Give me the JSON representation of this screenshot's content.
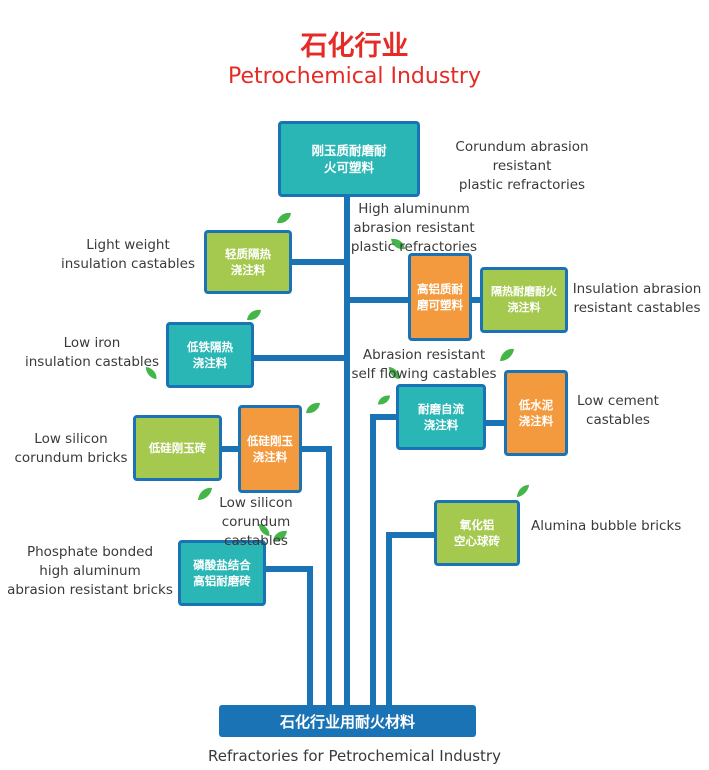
{
  "header": {
    "title_cn": "石化行业",
    "title_en": "Petrochemical Industry"
  },
  "nodes": {
    "corundum_plastic": {
      "cn": "刚玉质耐磨耐\n火可塑料",
      "en": "Corundum abrasion resistant\nplastic refractories"
    },
    "high_alu_plastic": {
      "cn": "高铝质耐\n磨可塑料",
      "en": "High aluminunm\nabrasion resistant\nplastic refractories"
    },
    "insulation_abrasion": {
      "cn": "隔热耐磨耐火\n浇注料",
      "en": "Insulation abrasion\nresistant castables"
    },
    "light_weight": {
      "cn": "轻质隔热\n浇注料",
      "en": "Light weight\ninsulation castables"
    },
    "low_iron": {
      "cn": "低铁隔热\n浇注料",
      "en": "Low iron\ninsulation castables"
    },
    "self_flowing": {
      "cn": "耐磨自流\n浇注料",
      "en": "Abrasion resistant\nself flowing castables"
    },
    "low_cement": {
      "cn": "低水泥\n浇注料",
      "en": "Low cement\ncastables"
    },
    "low_silicon_bricks": {
      "cn": "低硅刚玉砖",
      "en": "Low silicon\ncorundum bricks"
    },
    "low_silicon_castables": {
      "cn": "低硅刚玉\n浇注料",
      "en": "Low silicon\ncorundum castables"
    },
    "alumina_bubble": {
      "cn": "氧化铝\n空心球砖",
      "en": "Alumina bubble bricks"
    },
    "phosphate": {
      "cn": "磷酸盐结合\n高铝耐磨砖",
      "en": "Phosphate bonded\nhigh aluminum\nabrasion resistant bricks"
    }
  },
  "base": {
    "cn": "石化行业用耐火材料",
    "en": "Refractories for Petrochemical Industry"
  },
  "colors": {
    "title": "#e52b26",
    "pipe": "#1a73b5",
    "teal_box": "#2bb6b6",
    "green_box": "#a5c94f",
    "orange_box": "#f39a3e",
    "leaf": "#44b649"
  },
  "icons": {
    "leaf": "leaf-icon"
  }
}
